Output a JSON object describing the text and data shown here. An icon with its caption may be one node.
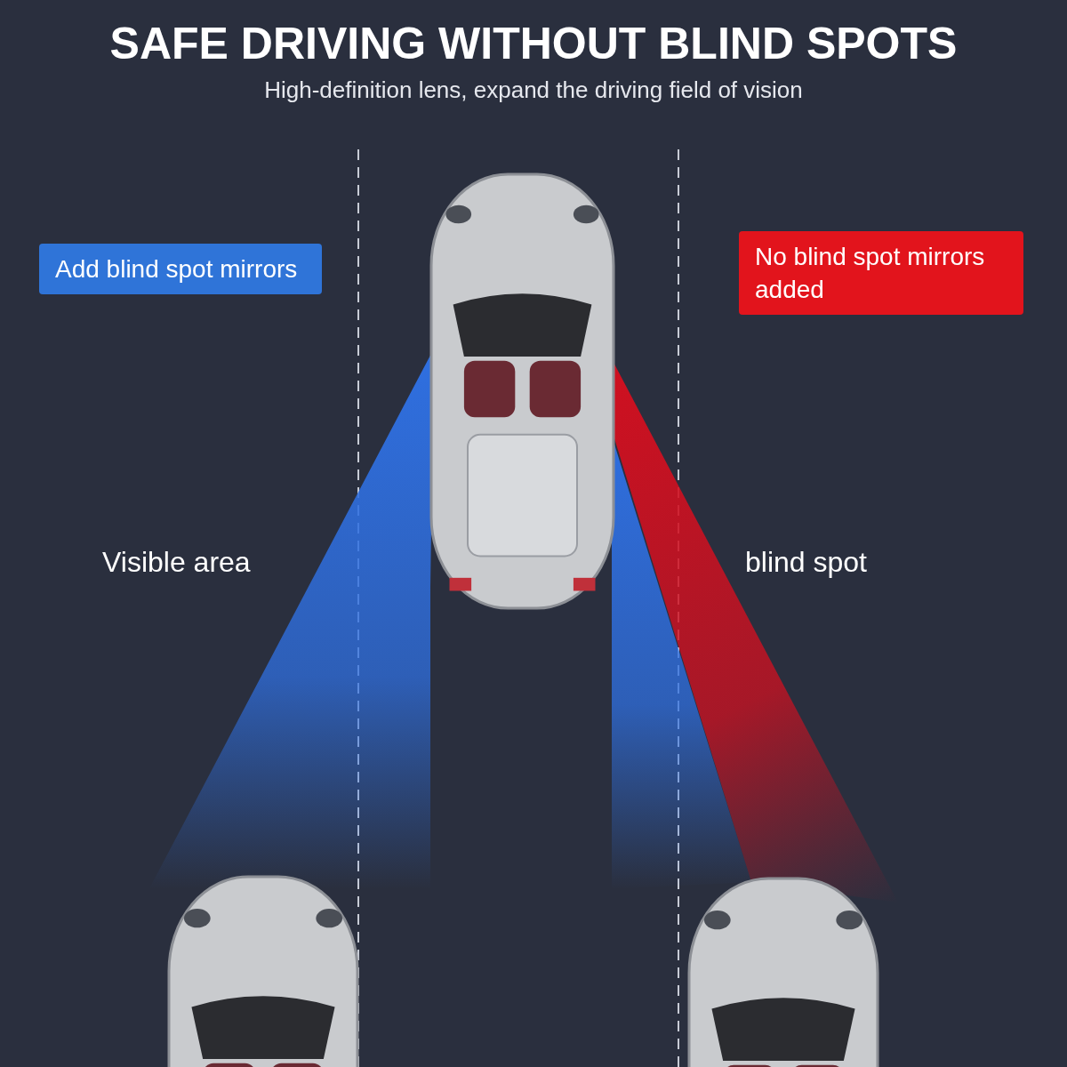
{
  "diagram": {
    "title": "SAFE DRIVING WITHOUT BLIND SPOTS",
    "nodes": [
      {
        "text": [
          "Add blind spot mirrors"
        ]
      },
      {
        "text": [
          "No blind spot mirrors added"
        ]
      }
    ],
    "labels": [
      "High-definition lens, expand the driving field of vision",
      "Visible area",
      "blind spot"
    ]
  }
}
